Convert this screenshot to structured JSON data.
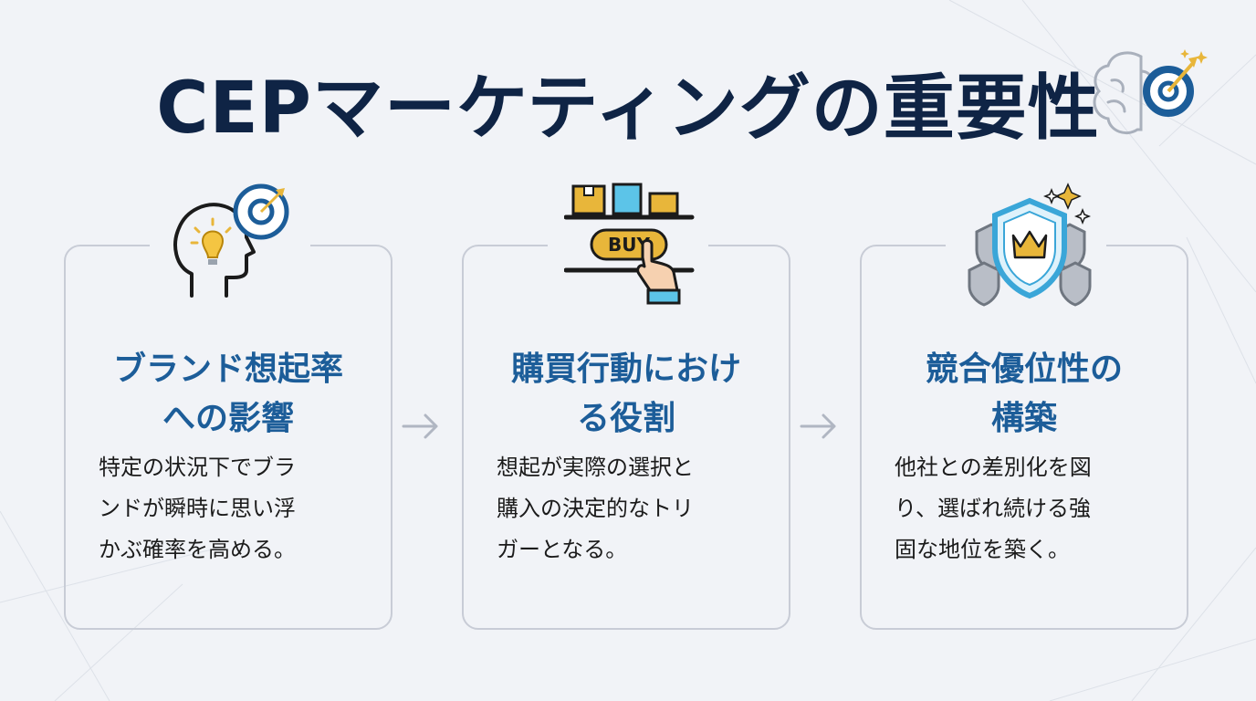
{
  "title": "CEPマーケティングの重要性",
  "cards": [
    {
      "icon": "head-lightbulb-icon",
      "title_lines": [
        "ブランド想起率",
        "への影響"
      ],
      "body_lines": [
        "特定の状況下でブラ",
        "ンドが瞬時に思い浮",
        "かぶ確率を高める。"
      ]
    },
    {
      "icon": "shelf-buy-button-icon",
      "button_label": "BUY",
      "title_lines": [
        "購買行動におけ",
        "る役割"
      ],
      "body_lines": [
        "想起が実際の選択と",
        "購入の決定的なトリ",
        "ガーとなる。"
      ]
    },
    {
      "icon": "shield-crown-icon",
      "title_lines": [
        "競合優位性の",
        "構築"
      ],
      "body_lines": [
        "他社との差別化を図",
        "り、選ばれ続ける強",
        "固な地位を築く。"
      ]
    }
  ],
  "colors": {
    "title": "#0f2445",
    "card_title": "#1c5d99",
    "accent_gold": "#e8b63a",
    "accent_blue": "#1c5d99",
    "border": "#c8ccd6",
    "background": "#f1f3f7"
  }
}
